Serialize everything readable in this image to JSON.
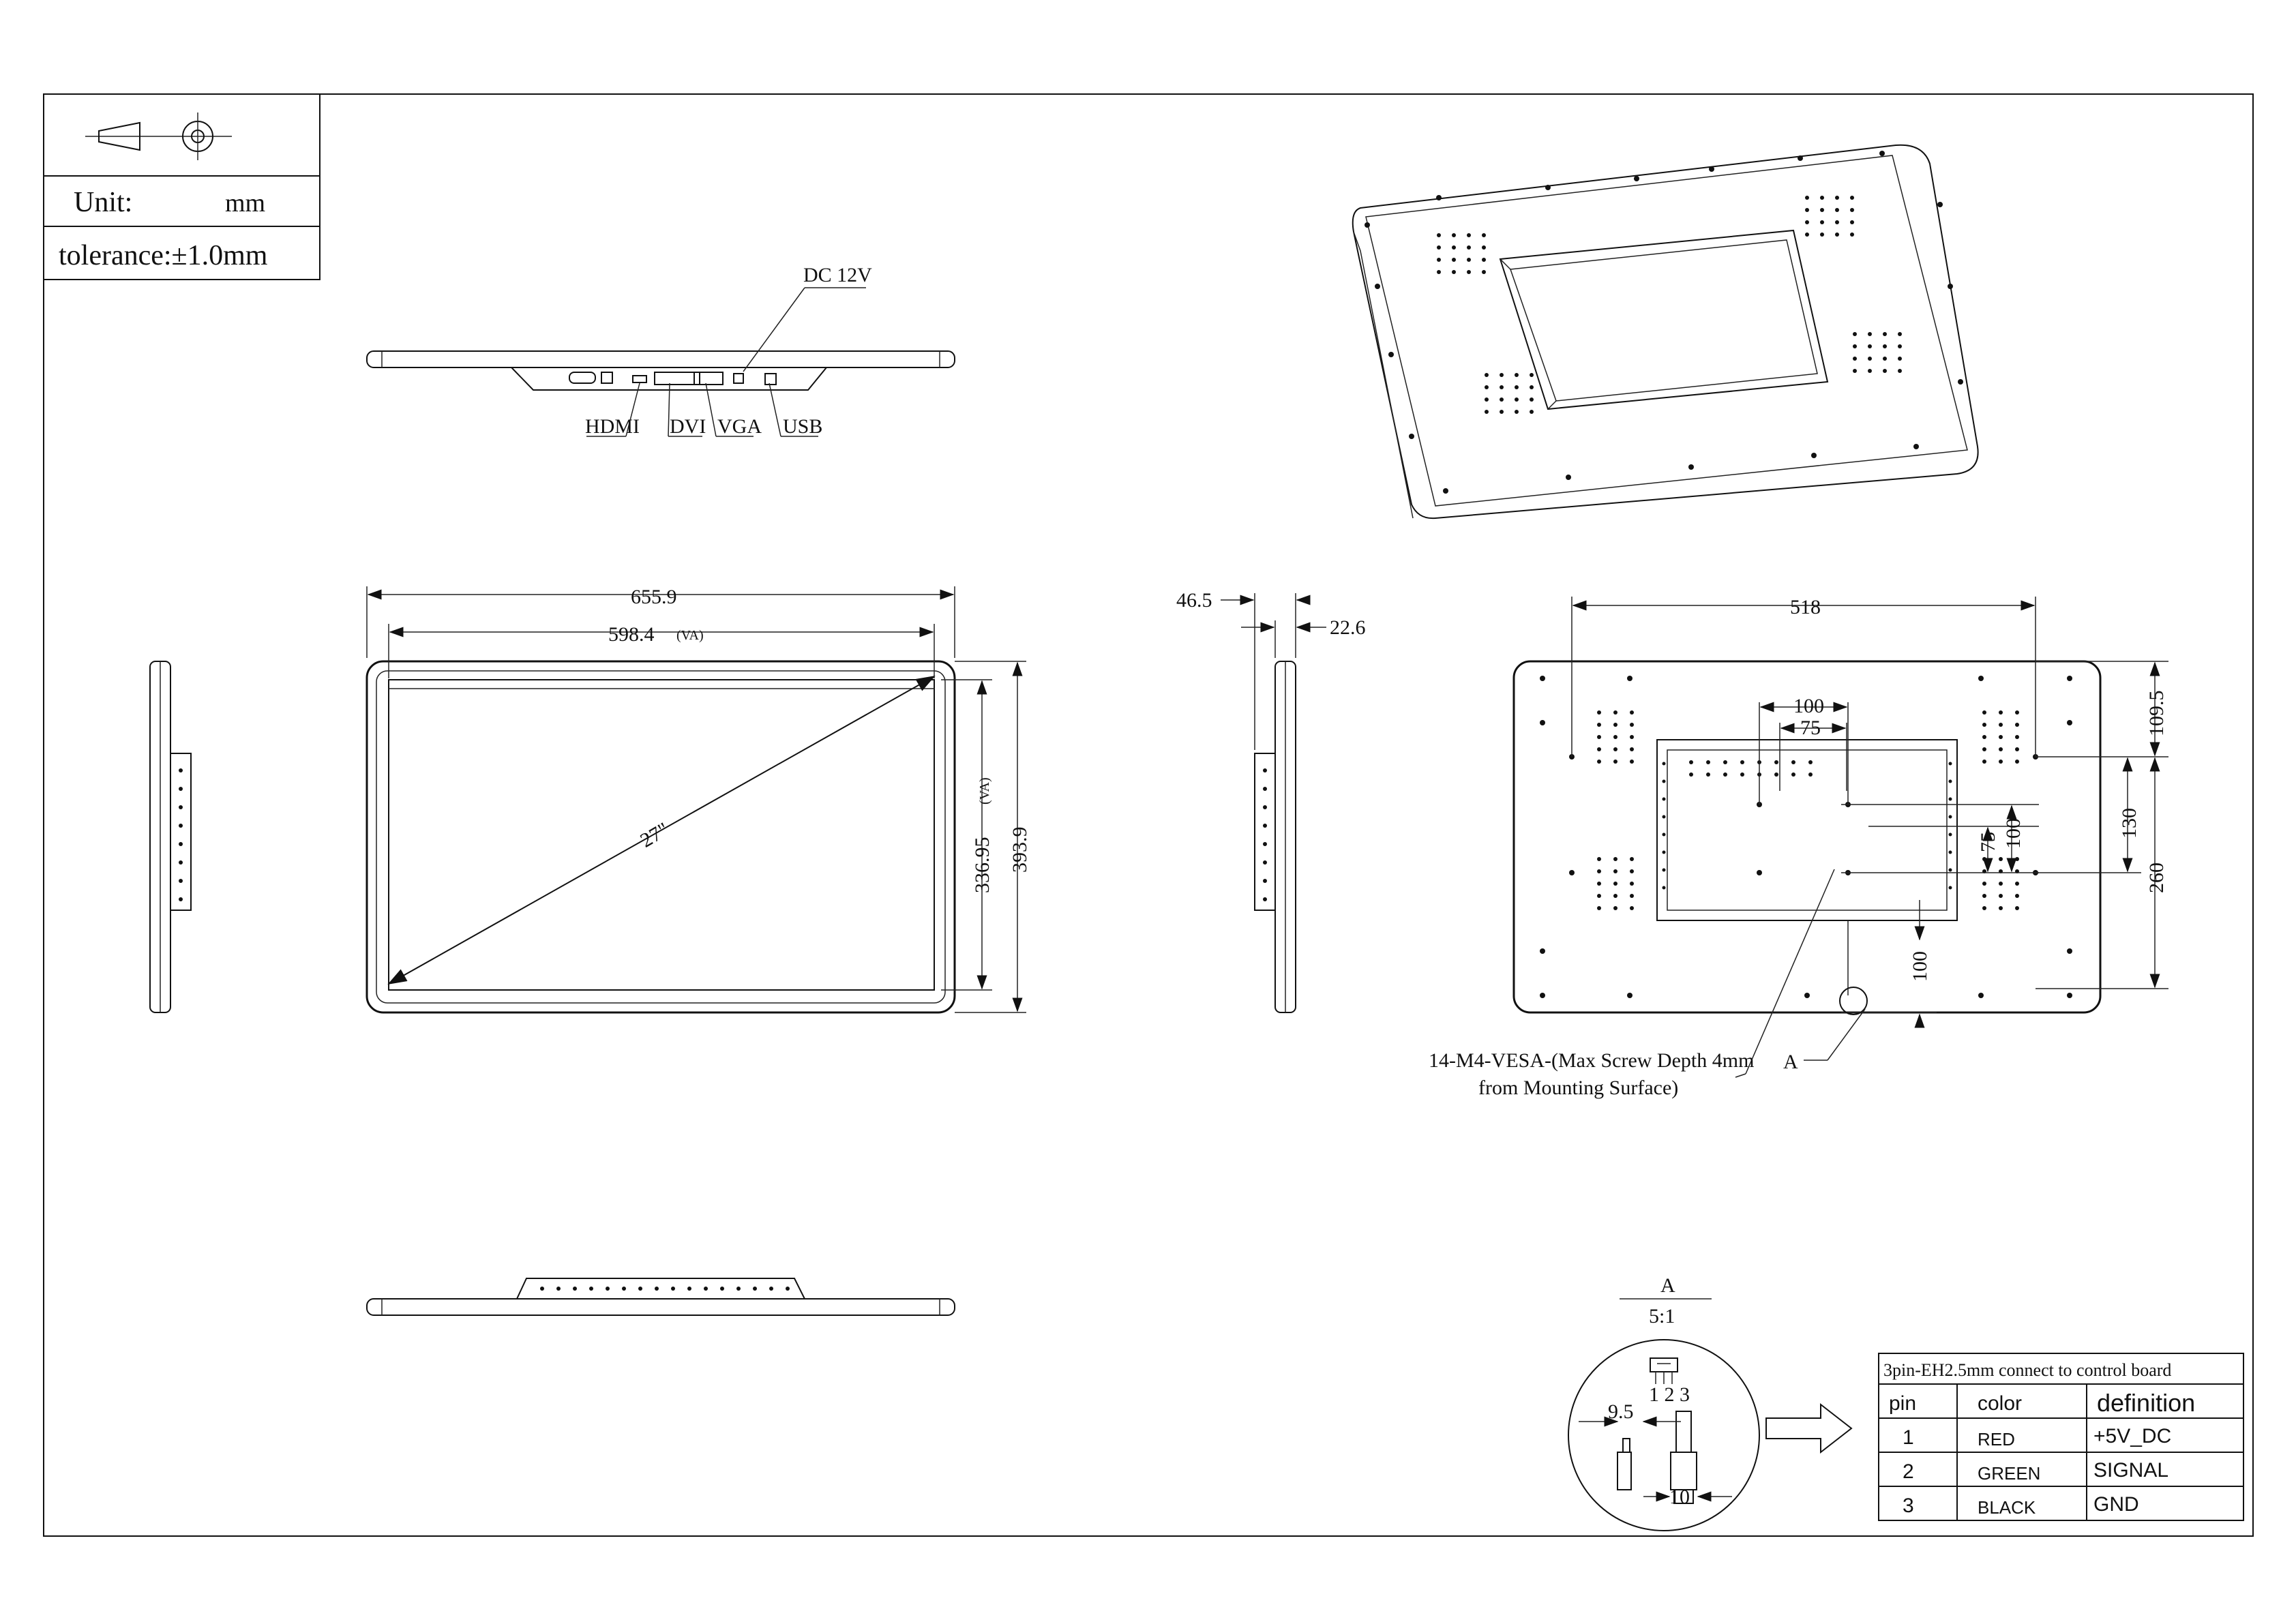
{
  "title_block": {
    "unit_label": "Unit:",
    "unit_value": "mm",
    "tolerance": "tolerance:±1.0mm"
  },
  "side_top_view": {
    "dc_label": "DC 12V",
    "port_labels": [
      "HDMI",
      "DVI",
      "VGA",
      "USB"
    ]
  },
  "front_view": {
    "width": "655.9",
    "va_width": "598.4",
    "va_tag": "(VA)",
    "diagonal": "27\"",
    "va_height": "336.95",
    "va_height_tag": "(VA)",
    "height": "393.9"
  },
  "side_view": {
    "depth": "46.5",
    "depth2": "22.6"
  },
  "back_view": {
    "width": "518",
    "vesa_100": "100",
    "vesa_75": "75",
    "dim_109_5": "109.5",
    "dim_130": "130",
    "dim_260": "260",
    "dim_75_v": "75",
    "dim_100_v": "100",
    "dim_100_b": "100",
    "note_line1": "14-M4-VESA-(Max Screw Depth 4mm",
    "note_line2": "from Mounting Surface)",
    "detail_ref": "A"
  },
  "detail": {
    "label": "A",
    "scale": "5:1",
    "pins": "1 2 3",
    "dim_9_5": "9.5",
    "dim_10": "10"
  },
  "pin_table": {
    "title": "3pin-EH2.5mm connect to control board",
    "headers": [
      "pin",
      "color",
      "definition"
    ],
    "rows": [
      [
        "1",
        "RED",
        "+5V_DC"
      ],
      [
        "2",
        "GREEN",
        "SIGNAL"
      ],
      [
        "3",
        "BLACK",
        "GND"
      ]
    ]
  }
}
